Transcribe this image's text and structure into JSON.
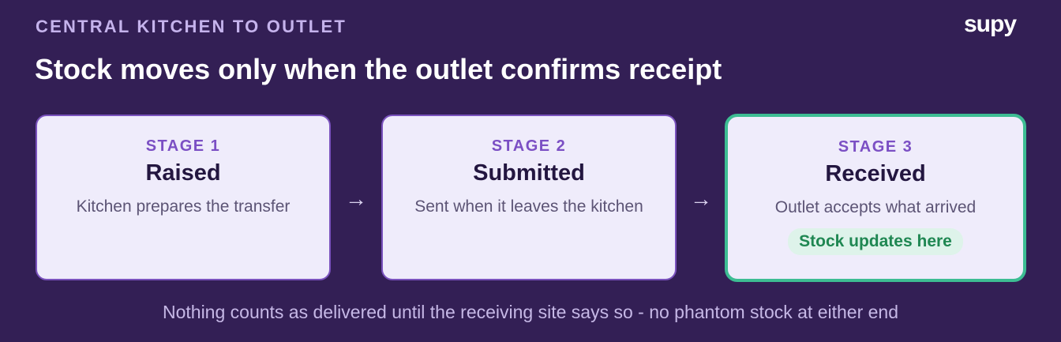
{
  "header": {
    "eyebrow": "CENTRAL KITCHEN TO OUTLET",
    "logo": "supy",
    "title": "Stock moves only when the outlet confirms receipt"
  },
  "stages": [
    {
      "stage": "STAGE 1",
      "name": "Raised",
      "description": "Kitchen prepares the transfer"
    },
    {
      "stage": "STAGE 2",
      "name": "Submitted",
      "description": "Sent when it leaves the kitchen"
    },
    {
      "stage": "STAGE 3",
      "name": "Received",
      "description": "Outlet accepts what arrived",
      "badge": "Stock updates here"
    }
  ],
  "arrows": [
    "→",
    "→"
  ],
  "footer": "Nothing counts as delivered until the receiving site says so - no phantom stock at either end",
  "colors": {
    "background": "#331f55",
    "card_background": "#efecfb",
    "card_border": "#7a52bd",
    "highlight_border": "#3dbd93",
    "stage_label": "#7b4fc4",
    "badge_text": "#1f8752",
    "badge_background": "#def3ea"
  }
}
